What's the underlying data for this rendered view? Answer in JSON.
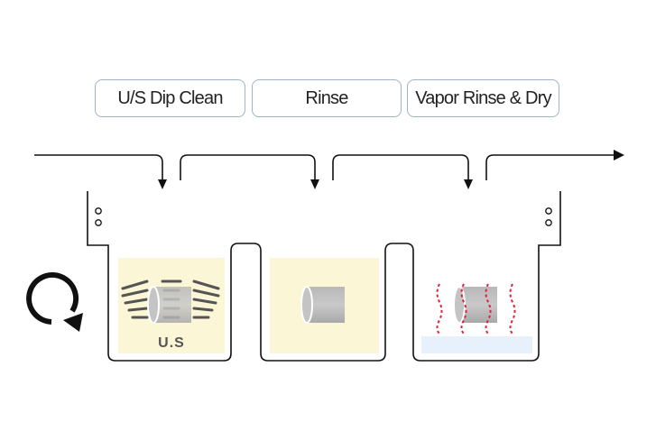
{
  "steps": [
    {
      "label": "U/S Dip Clean"
    },
    {
      "label": "Rinse"
    },
    {
      "label": "Vapor Rinse & Dry"
    }
  ],
  "tanks": [
    {
      "stage": "ultrasonic",
      "tank_label": "U.S",
      "liquid_color": "#fbf7d6"
    },
    {
      "stage": "rinse",
      "liquid_color": "#fbf7d6"
    },
    {
      "stage": "vapor",
      "liquid_color": "#e6f1fb",
      "vapor_color": "#e0203a"
    }
  ],
  "icons": {
    "recycle": "circular-arrow-icon",
    "part": "cylinder-part-icon"
  }
}
